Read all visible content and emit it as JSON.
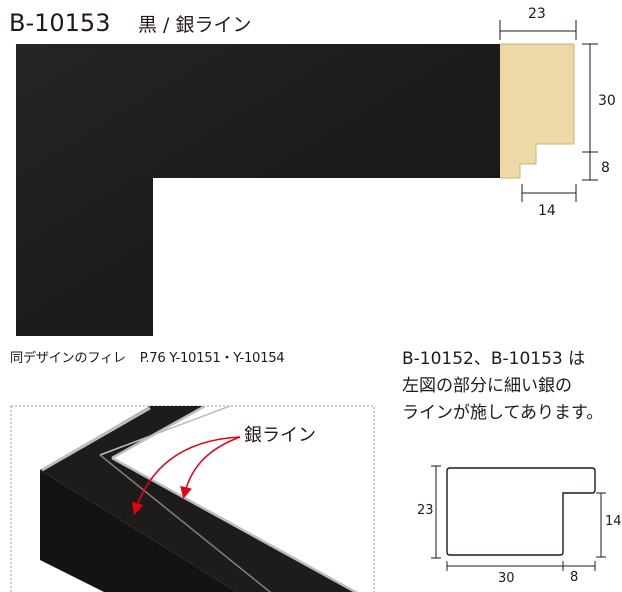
{
  "header": {
    "product_code": "B-10153",
    "product_name": "黒 / 銀ライン"
  },
  "frame_section_dimensions": {
    "top_width": "23",
    "height_upper": "30",
    "height_lower": "8",
    "bottom_width": "14"
  },
  "fillet_note": {
    "label": "同デザインのフィレ",
    "pages": "P.76",
    "items": "Y-10151・Y-10154"
  },
  "description": {
    "line1": "B-10152、B-10153 は",
    "line2": "左図の部分に細い銀の",
    "line3": "ラインが施してあります。"
  },
  "detail": {
    "callout_label": "銀ライン"
  },
  "profile_dimensions": {
    "height_left": "23",
    "height_right": "14",
    "width_bottom": "30",
    "width_small": "8"
  },
  "colors": {
    "frame_black": "#1e1c1b",
    "wood_core": "#ecd9a6",
    "silver_line": "#b8b8b8",
    "callout_red": "#e60012"
  }
}
